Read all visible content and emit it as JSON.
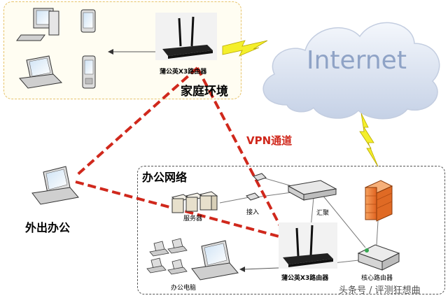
{
  "labels": {
    "home_network": "家庭环境",
    "office_network": "办公网络",
    "vpn_tunnel": "VPN通道",
    "remote_office": "外出办公",
    "internet": "Internet",
    "home_router": "蒲公英X3路由器",
    "office_router": "蒲公英X3路由器",
    "servers": "服务器",
    "access": "接入",
    "aggregation": "汇聚",
    "core_router": "核心路由器",
    "office_pcs": "办公电脑"
  },
  "watermark": "头条号 / 评测狂想曲",
  "colors": {
    "vpn_line": "#d0281c",
    "lightning": "#f4ef2a",
    "cloud": "#dbe4f2",
    "internet_text": "#8fa3c6",
    "firewall": "#ef7d2e"
  }
}
